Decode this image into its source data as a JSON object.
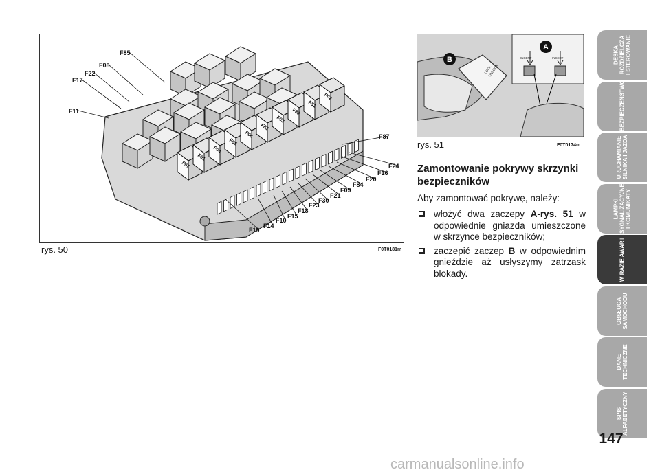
{
  "figure50": {
    "caption": "rys. 50",
    "code": "F0T0181m",
    "callouts": [
      "F85",
      "F08",
      "F22",
      "F17",
      "F11",
      "F87",
      "F24",
      "F16",
      "F20",
      "F84",
      "F09",
      "F21",
      "F30",
      "F23",
      "F18",
      "F15",
      "F10",
      "F14",
      "F19"
    ],
    "maxi_fuses": [
      "F07",
      "F01",
      "F04",
      "F05",
      "F06",
      "F83",
      "F03",
      "F82",
      "F81",
      "F02"
    ]
  },
  "figure51": {
    "caption": "rys. 51",
    "code": "F0T0174m",
    "marker_a": "A",
    "marker_b": "B",
    "label_lock": "LOCK",
    "label_unlock": "UNLOCK",
    "label_insert": "INSERT"
  },
  "section": {
    "heading": "Zamontowanie pokrywy skrzynki bezpieczników",
    "intro": "Aby zamontować pokrywę, należy:",
    "items": [
      {
        "pre": "włożyć dwa zaczepy ",
        "bold": "A-rys. 51",
        "post": " w odpowiednie gniazda umieszczone w skrzynce bezpieczników;"
      },
      {
        "pre": "zaczepić zaczep ",
        "bold": "B",
        "post": " w odpowiednim gnieździe aż usłyszymy zatrzask blokady."
      }
    ]
  },
  "sidebar": {
    "tabs": [
      {
        "label": "DESKA\nROZDZIELCZA\nI STEROWANIE"
      },
      {
        "label": "BEZPIECZEŃSTWO"
      },
      {
        "label": "URUCHAMIANIE\nSILNIKA I JAZDA"
      },
      {
        "label": "LAMPKI\nSYGNALIZACYJNE\nI KOMUNIKATY"
      },
      {
        "label": "W RAZIE AWARII"
      },
      {
        "label": "OBSŁUGA\nSAMOCHODU"
      },
      {
        "label": "DANE\nTECHNICZNE"
      },
      {
        "label": "SPIS\nALFABETYCZNY"
      }
    ],
    "active_index": 4
  },
  "page_number": "147",
  "watermark": "carmanualsonline.info"
}
